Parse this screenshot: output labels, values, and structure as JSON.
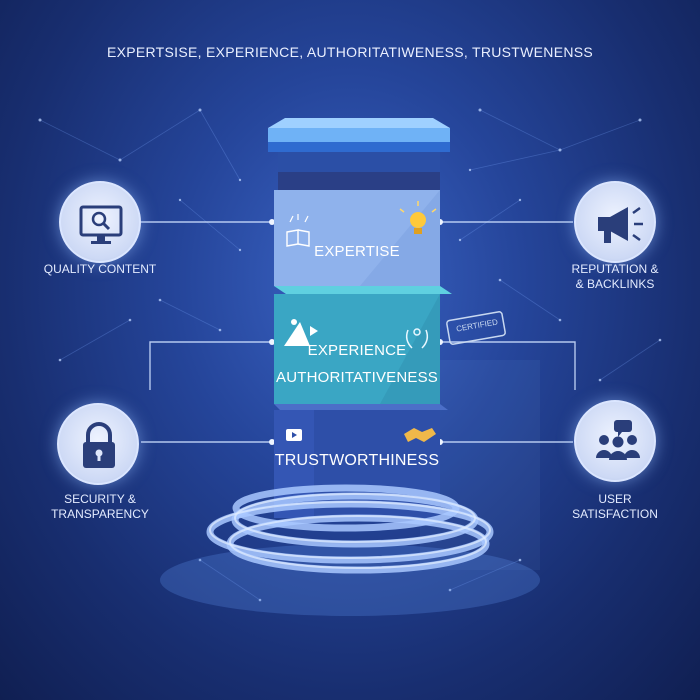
{
  "title": "EXPERTSISE, EXPERIENCE, AUTHORITATIWENESS, TRUSTWENENSS",
  "pillar": {
    "tier1": "EXPERTISE",
    "tier2_line1": "EXPERIENCE",
    "tier2_line2": "AUTHORITATIVENESS",
    "tier3": "TRUSTWORTHINESS",
    "stamp": "CERTIFIED"
  },
  "left": [
    {
      "icon": "monitor-search-icon",
      "label_lines": [
        "QUALITY CONTENT"
      ]
    },
    {
      "icon": "padlock-icon",
      "label_lines": [
        "SECURITY &",
        "TRANSPARENCY"
      ]
    }
  ],
  "right": [
    {
      "icon": "megaphone-icon",
      "label_lines": [
        "REPUTATION &",
        "& BACKLINKS"
      ]
    },
    {
      "icon": "users-chat-icon",
      "label_lines": [
        "USER",
        "SATISFACTION"
      ]
    }
  ],
  "colors": {
    "background": "#25459a",
    "tier1": "#8fb2ec",
    "tier2": "#3aa6c4",
    "tier3": "#2e4fa8",
    "cap": "#5ea2f0"
  }
}
